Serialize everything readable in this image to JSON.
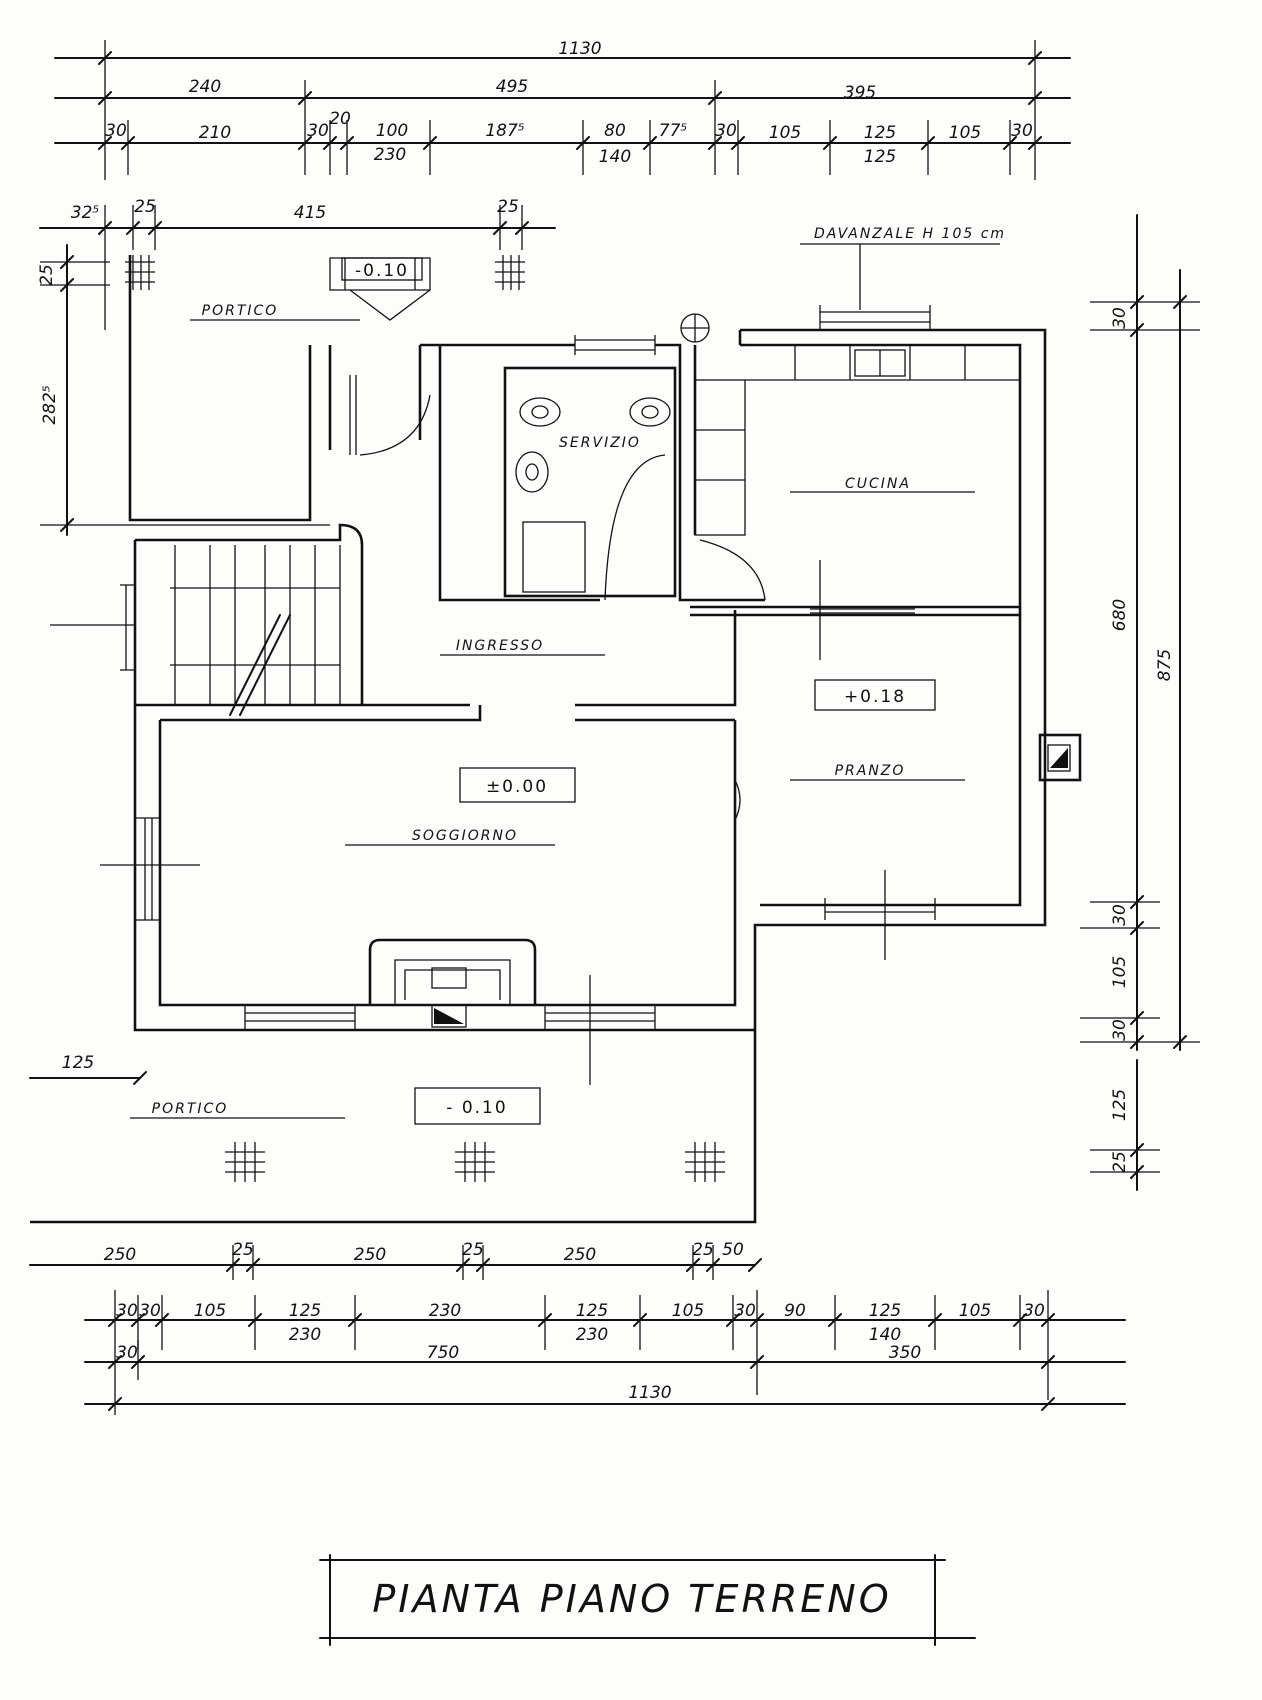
{
  "title": "PIANTA PIANO TERRENO",
  "rooms": {
    "portico_top": "PORTICO",
    "servizio": "SERVIZIO",
    "cucina": "CUCINA",
    "ingresso": "INGRESSO",
    "pranzo": "PRANZO",
    "soggiorno": "SOGGIORNO",
    "portico_bottom": "PORTICO"
  },
  "levels": {
    "portico_top": "-0.10",
    "pranzo": "+0.18",
    "soggiorno": "±0.00",
    "portico_bottom": "- 0.10"
  },
  "notes": {
    "davanzale": "DAVANZALE  H 105 cm"
  },
  "dims_top": {
    "total": "1130",
    "row2": [
      "240",
      "495",
      "395"
    ],
    "row3": [
      "30",
      "210",
      "30",
      "20",
      "100",
      "230",
      "187⁵",
      "80",
      "140",
      "77⁵",
      "30",
      "105",
      "125",
      "125",
      "105",
      "30"
    ],
    "portico": [
      "32⁵",
      "25",
      "415",
      "25"
    ]
  },
  "dims_left": [
    "25",
    "282⁵"
  ],
  "dims_right": [
    "30",
    "680",
    "875",
    "30",
    "105",
    "30",
    "125",
    "25"
  ],
  "dims_bottom": {
    "portico_row": [
      "125",
      "250",
      "25",
      "250",
      "25",
      "250",
      "25",
      "50"
    ],
    "row1": [
      "30",
      "30",
      "105",
      "125",
      "230",
      "230",
      "125",
      "230",
      "105",
      "30",
      "90",
      "125",
      "140",
      "105",
      "30"
    ],
    "row2": [
      "30",
      "750",
      "350"
    ],
    "total": "1130"
  }
}
